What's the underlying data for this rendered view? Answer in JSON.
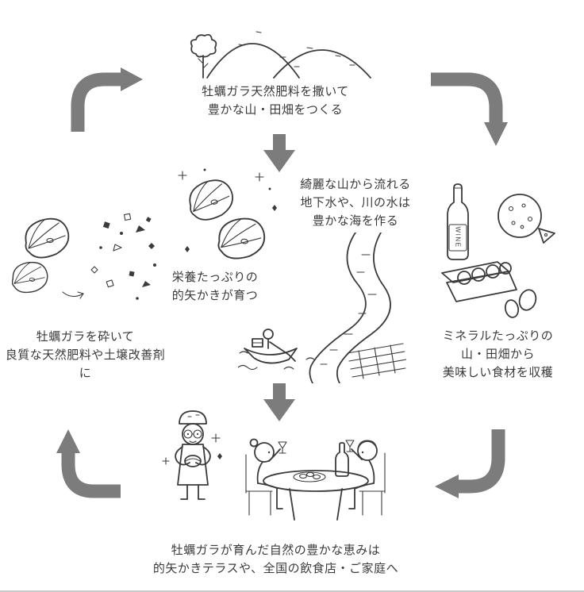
{
  "colors": {
    "arrow": "#7c7c7c",
    "ink": "#3b3b3b",
    "text": "#3a3a3a",
    "background": "#ffffff",
    "divider": "#c9c9c9"
  },
  "labels": {
    "fertilize": [
      "牡蠣ガラ天然肥料を撒いて",
      "豊かな山・田畑をつくる"
    ],
    "water": [
      "綺麗な山から流れる",
      "地下水や、川の水は",
      "豊かな海を作る"
    ],
    "oyster_grow": [
      "栄養たっぷりの",
      "的矢かきが育つ"
    ],
    "harvest": [
      "ミネラルたっぷりの",
      "山・田畑から",
      "美味しい食材を収穫"
    ],
    "crush": [
      "牡蠣ガラを砕いて",
      "良質な天然肥料や土壌改善剤に"
    ],
    "deliver": [
      "牡蠣ガラが育んだ自然の豊かな恵みは",
      "的矢かきテラスや、全国の飲食店・ご家庭へ"
    ]
  },
  "wine_label": "WINE",
  "illustrations": [
    "mountains-with-tree",
    "oyster-shells",
    "river-with-rowboat-and-oyster-raft",
    "wine-bottle-cheese-and-eggs",
    "crushed-oyster-shell-pieces",
    "chef-and-diners-at-table"
  ],
  "arrows": [
    "cycle-arrow-top-left",
    "down-arrow-top",
    "cycle-arrow-top-right",
    "cycle-arrow-bottom-right",
    "down-arrow-bottom",
    "cycle-arrow-bottom-left"
  ]
}
